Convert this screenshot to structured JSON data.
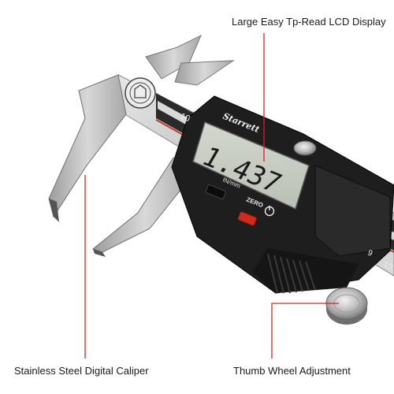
{
  "callouts": {
    "lcd_display": "Large Easy Tp-Read LCD Display",
    "caliper": "Stainless Steel Digital Caliper",
    "thumb_wheel": "Thumb Wheel Adjustment"
  },
  "device": {
    "brand": "Starrett",
    "lcd_reading": "1.437",
    "unit_toggle_label": "IN/mm",
    "zero_label": "ZERO",
    "scale_numbers": [
      "10",
      "9",
      "10"
    ]
  },
  "colors": {
    "callout_line": "#e02020",
    "steel": "#c9c9c9",
    "housing": "#1c1c1c",
    "lcd_screen": "#c7cdc3",
    "zero_button": "#d42a1e"
  }
}
